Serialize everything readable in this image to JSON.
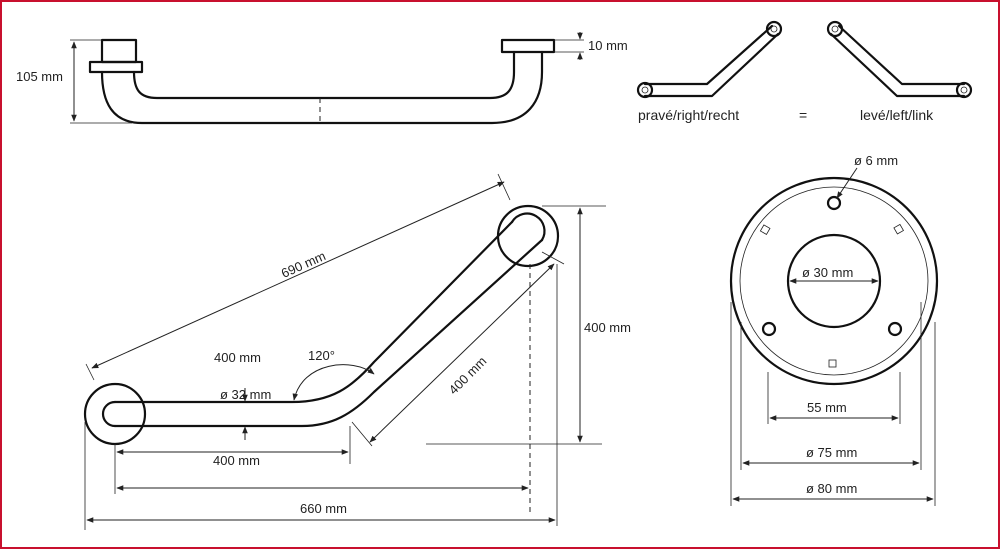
{
  "side_view": {
    "height_label": "105 mm",
    "flange_label": "10 mm"
  },
  "orientation": {
    "right_label": "pravé/right/recht",
    "equals": "=",
    "left_label": "levé/left/link"
  },
  "front_view": {
    "diagonal_label": "690 mm",
    "top_length_label": "400 mm",
    "angle_label": "120°",
    "tube_diameter_label": "ø 32 mm",
    "arm_label": "400 mm",
    "vertical_label": "400 mm",
    "bottom_length_label": "400 mm",
    "total_label": "660 mm"
  },
  "flange_view": {
    "hole_label": "ø 6 mm",
    "center_label": "ø 30 mm",
    "holes_label": "55 mm",
    "inner_label": "ø 75 mm",
    "outer_label": "ø 80 mm"
  }
}
